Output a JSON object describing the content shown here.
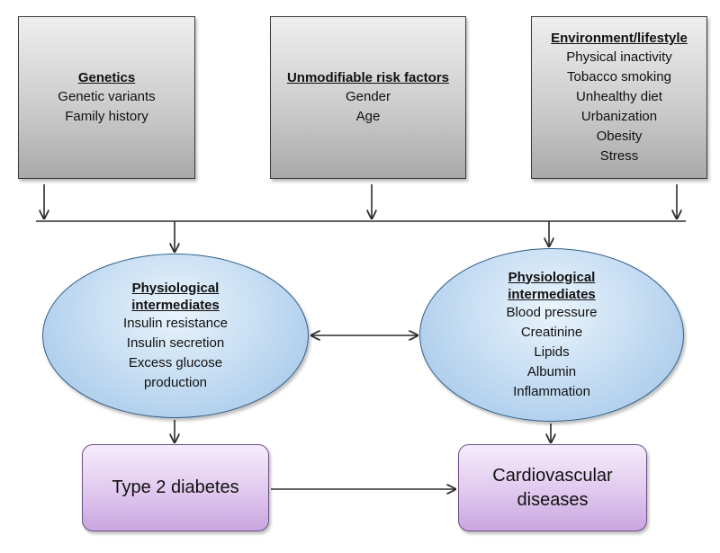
{
  "genetics": {
    "title": "Genetics",
    "items": [
      "Genetic variants",
      "Family history"
    ]
  },
  "unmodifiable": {
    "title": "Unmodifiable risk factors",
    "items": [
      "Gender",
      "Age"
    ]
  },
  "environment": {
    "title": "Environment/lifestyle",
    "items": [
      "Physical inactivity",
      "Tobacco smoking",
      "Unhealthy diet",
      "Urbanization",
      "Obesity",
      "Stress"
    ]
  },
  "intermediates_left": {
    "title_line1": "Physiological",
    "title_line2": "intermediates",
    "items": [
      "Insulin resistance",
      "Insulin secretion",
      "Excess glucose",
      "production"
    ]
  },
  "intermediates_right": {
    "title_line1": "Physiological",
    "title_line2": "intermediates",
    "items": [
      "Blood pressure",
      "Creatinine",
      "Lipids",
      "Albumin",
      "Inflammation"
    ]
  },
  "outcomes": {
    "type2_diabetes": "Type 2 diabetes",
    "cardiovascular_line1": "Cardiovascular",
    "cardiovascular_line2": "diseases"
  },
  "colors": {
    "box_grey": "#c9c9c9",
    "ellipse_blue": "#c7def3",
    "outcome_purple": "#e0c8ee",
    "line": "#2b2b2b"
  }
}
